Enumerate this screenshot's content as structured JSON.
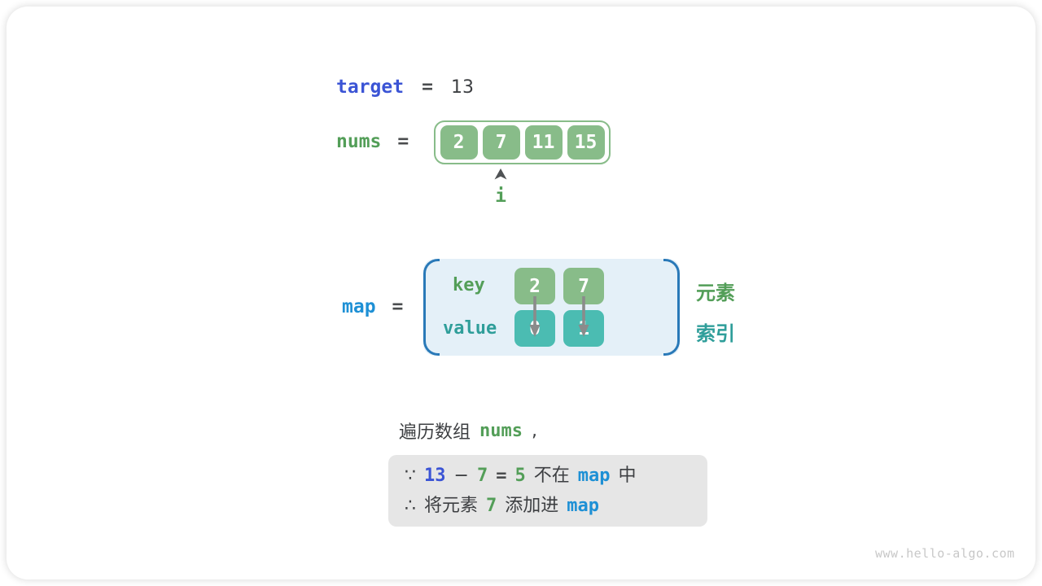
{
  "colors": {
    "indigo_keyword": "#3b54d5",
    "bright_blue_keyword": "#1e90d5",
    "green_keyword": "#539e58",
    "teal_keyword": "#2f9e9a",
    "green_box_fill": "#88bc89",
    "teal_box_fill": "#4bbcb2",
    "map_container_bg": "#e4f0f8",
    "map_bracket": "#2979b8",
    "note_box_bg": "#e6e6e6",
    "arrow_gray": "#8b8b8b",
    "dark_text": "#3d3f42"
  },
  "target_row": {
    "label": "target",
    "eq": "=",
    "value": "13"
  },
  "nums_row": {
    "label": "nums",
    "eq": "=",
    "cells": [
      "2",
      "7",
      "11",
      "15"
    ],
    "pointer": "i"
  },
  "map_block": {
    "label": "map",
    "eq": "=",
    "key_label": "key",
    "value_label": "value",
    "keys": [
      "2",
      "7"
    ],
    "values": [
      "0",
      "1"
    ],
    "element_label": "元素",
    "index_label": "索引"
  },
  "caption": {
    "prefix": "遍历数组",
    "code": "nums",
    "comma": ","
  },
  "note": {
    "because": "∵",
    "therefore": "∴",
    "l1_target": "13",
    "l1_minus": "−",
    "l1_num": "7",
    "l1_eq": "=",
    "l1_diff": "5",
    "l1_text1": "不在",
    "l1_map": "map",
    "l1_text2": "中",
    "l2_text1": "将元素",
    "l2_num": "7",
    "l2_text2": "添加进",
    "l2_map": "map"
  },
  "watermark": "www.hello-algo.com"
}
